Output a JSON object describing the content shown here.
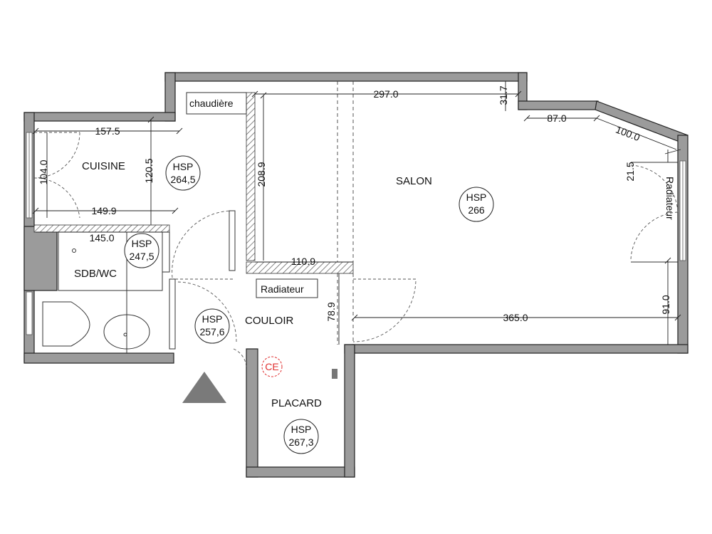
{
  "rooms": {
    "cuisine": "CUISINE",
    "salon": "SALON",
    "sdb": "SDB/WC",
    "couloir": "COULOIR",
    "placard": "PLACARD"
  },
  "labels": {
    "chaudiere": "chaudière",
    "radiateur_couloir": "Radiateur",
    "radiateur_salon": "Radiateur",
    "ce": "CE"
  },
  "hsp": [
    {
      "label": "HSP",
      "value": "264,5"
    },
    {
      "label": "HSP",
      "value": "266"
    },
    {
      "label": "HSP",
      "value": "247,5"
    },
    {
      "label": "HSP",
      "value": "257,6"
    },
    {
      "label": "HSP",
      "value": "267,3"
    }
  ],
  "dimensions": {
    "d297": "297.0",
    "d31_7": "31.7",
    "d87": "87.0",
    "d100": "100.0",
    "d21_5": "21.5",
    "d157_5": "157.5",
    "d104": "104.0",
    "d120_5": "120.5",
    "d149_9": "149.9",
    "d145": "145.0",
    "d208_9": "208.9",
    "d110_9": "110.9",
    "d78_9": "78.9",
    "d365": "365.0",
    "d91": "91.0"
  },
  "colors": {
    "wall": "#9b9b9b",
    "ce_marker": "#e03030"
  }
}
